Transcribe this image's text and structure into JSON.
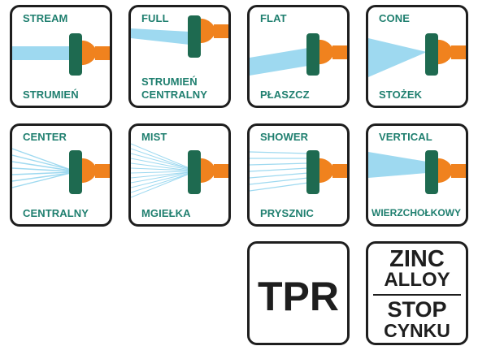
{
  "colors": {
    "water": "#9ed9f0",
    "nozzle_orange": "#f0821e",
    "nozzle_green": "#1e6a50",
    "label": "#1f7f6f",
    "border": "#1e1e1e"
  },
  "patterns": [
    {
      "id": "stream",
      "title": "STREAM",
      "subtitle": [
        "STRUMIEŃ"
      ],
      "icon": "stream-spray-icon"
    },
    {
      "id": "full",
      "title": "FULL",
      "subtitle": [
        "STRUMIEŃ",
        "CENTRALNY"
      ],
      "icon": "full-spray-icon"
    },
    {
      "id": "flat",
      "title": "FLAT",
      "subtitle": [
        "PŁASZCZ"
      ],
      "icon": "flat-spray-icon"
    },
    {
      "id": "cone",
      "title": "CONE",
      "subtitle": [
        "STOŻEK"
      ],
      "icon": "cone-spray-icon"
    },
    {
      "id": "center",
      "title": "CENTER",
      "subtitle": [
        "CENTRALNY"
      ],
      "icon": "center-spray-icon"
    },
    {
      "id": "mist",
      "title": "MIST",
      "subtitle": [
        "MGIEŁKA"
      ],
      "icon": "mist-spray-icon"
    },
    {
      "id": "shower",
      "title": "SHOWER",
      "subtitle": [
        "PRYSZNIC"
      ],
      "icon": "shower-spray-icon"
    },
    {
      "id": "vertical",
      "title": "VERTICAL",
      "subtitle": [
        "WIERZCHOŁKOWY"
      ],
      "icon": "vertical-spray-icon"
    }
  ],
  "materials": {
    "tpr": {
      "text": "TPR"
    },
    "zinc": {
      "line1": "ZINC",
      "line2": "ALLOY",
      "line3": "STOP",
      "line4": "CYNKU"
    }
  }
}
